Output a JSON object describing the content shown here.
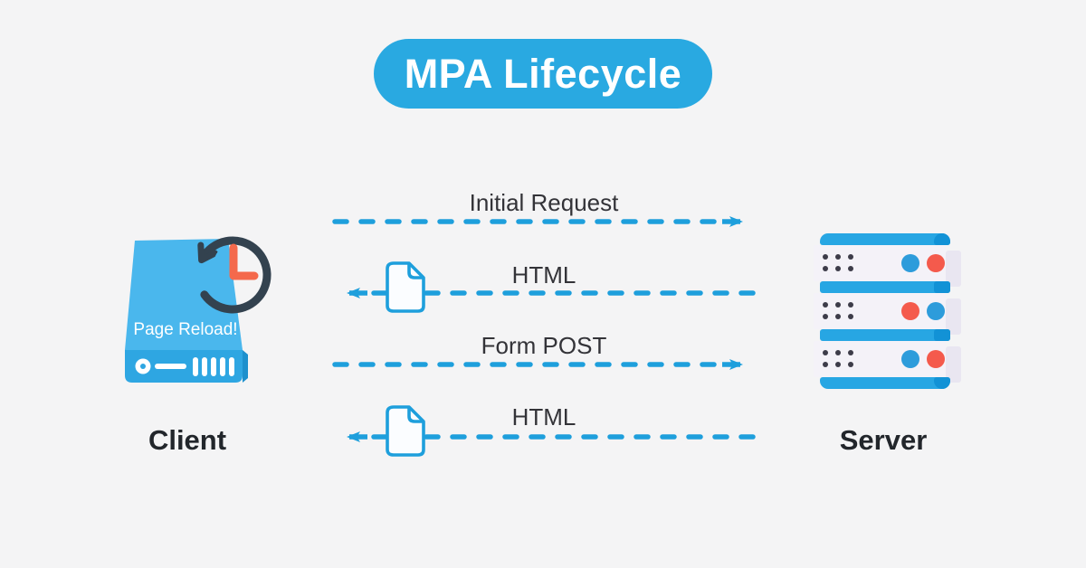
{
  "title": "MPA Lifecycle",
  "client": {
    "label": "Client",
    "box_text": "Page Reload!"
  },
  "server": {
    "label": "Server"
  },
  "rows": [
    {
      "label": "Initial Request",
      "direction": "right",
      "icon": null
    },
    {
      "label": "HTML",
      "direction": "left",
      "icon": "document-icon"
    },
    {
      "label": "Form POST",
      "direction": "right",
      "icon": null
    },
    {
      "label": "HTML",
      "direction": "left",
      "icon": "document-icon"
    }
  ],
  "colors": {
    "background": "#f4f4f5",
    "title_pill": "#29a9e1",
    "arrow_blue": "#1e9fdc",
    "client_top_face": "#4ab7ed",
    "client_front": "#2ea6e2",
    "clock_ring": "#33424f",
    "clock_hands": "#f4694c",
    "server_bar": "#27a6e3",
    "server_bar_cap": "#1292d6",
    "server_body": "#f4f2f8",
    "led_blue": "#2d9cdb",
    "led_red": "#f45a4c",
    "label_text": "#333338",
    "entity_text": "#22262b"
  }
}
